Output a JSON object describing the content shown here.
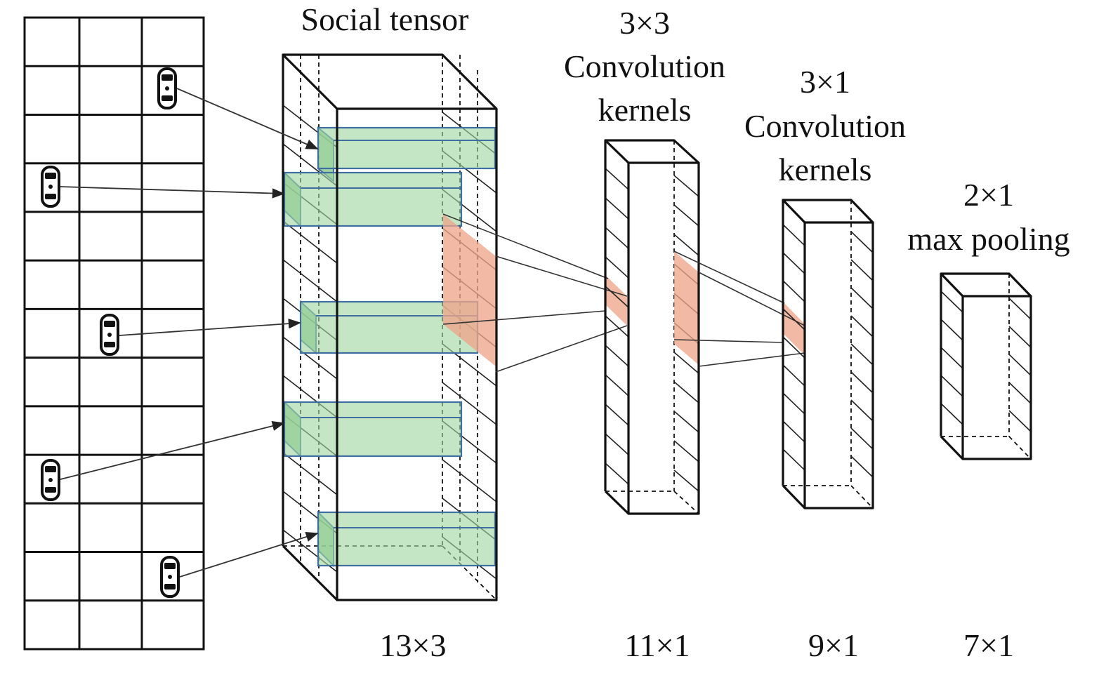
{
  "labels": {
    "social_tensor": "Social tensor",
    "conv3x3_size": "3×3",
    "conv3x3_line1": "Convolution",
    "conv3x3_line2": "kernels",
    "conv3x1_size": "3×1",
    "conv3x1_line1": "Convolution",
    "conv3x1_line2": "kernels",
    "pool_size": "2×1",
    "pool_name": "max pooling"
  },
  "dims": {
    "social": "13×3",
    "conv1": "11×1",
    "conv2": "9×1",
    "pool": "7×1"
  },
  "colors": {
    "tensor_slice": "#9fd7a0",
    "receptive_field": "#eea58c",
    "slice_border": "#3f6fa0"
  },
  "vehicle_icon": "car-icon"
}
